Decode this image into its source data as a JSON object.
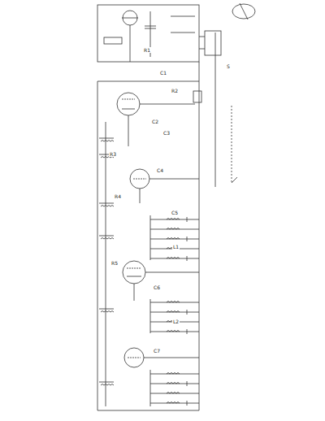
{
  "diagram": {
    "labels": [
      "R1",
      "C1",
      "R2",
      "C2",
      "C3",
      "R3",
      "C4",
      "R4",
      "C5",
      "C6",
      "R5",
      "C7",
      "L1",
      "L2",
      "S"
    ]
  }
}
